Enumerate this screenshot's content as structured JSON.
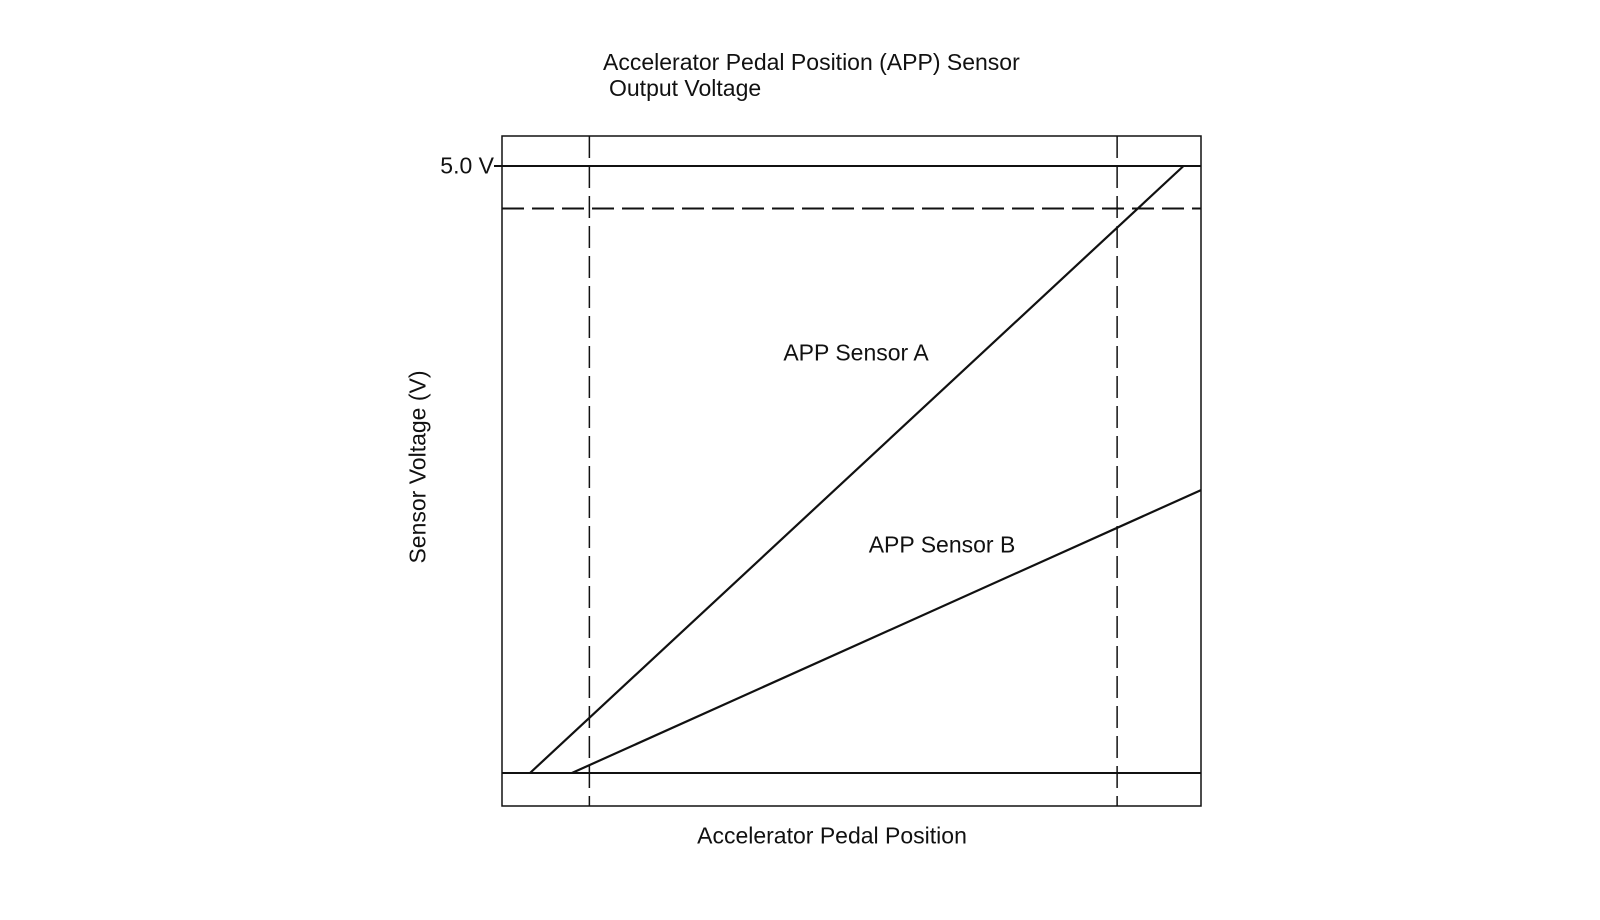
{
  "chart_data": {
    "type": "line",
    "title_lines": [
      "Accelerator Pedal Position (APP) Sensor",
      "Output Voltage"
    ],
    "xlabel": "Accelerator Pedal Position",
    "ylabel": "Sensor Voltage (V)",
    "y_ticks": [
      {
        "value": 5.0,
        "label": "5.0 V"
      }
    ],
    "ylim": [
      0,
      5.0
    ],
    "series": [
      {
        "name": "APP Sensor A",
        "x": [
          0.04,
          0.975
        ],
        "y": [
          0,
          5.0
        ]
      },
      {
        "name": "APP Sensor B",
        "x": [
          0.1,
          1.0
        ],
        "y": [
          0,
          2.33
        ]
      }
    ],
    "reference_lines": {
      "horizontal_solid": [
        0,
        5.0
      ],
      "horizontal_dashed": [
        4.65
      ],
      "vertical_dashed": [
        0.125,
        0.88
      ]
    },
    "grid": false,
    "legend": "none"
  }
}
